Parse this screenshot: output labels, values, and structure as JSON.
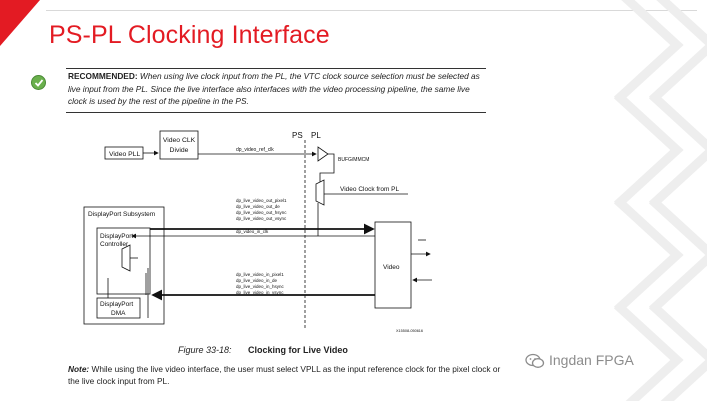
{
  "slide": {
    "title": "PS-PL Clocking Interface",
    "recommended": {
      "label": "RECOMMENDED:",
      "text": "When using live clock input from the PL, the VTC clock source selection must be selected as live input from the PL. Since the live interface also interfaces with the video processing pipeline, the same live clock is used by the rest of the pipeline in the PS."
    },
    "figure": {
      "number": "Figure 33-18:",
      "caption": "Clocking for Live Video",
      "id": "X15508-050616"
    },
    "note": {
      "label": "Note:",
      "text": "While using the live video interface, the user must select VPLL as the input reference clock for the pixel clock or the live clock input from PL."
    },
    "watermark": "Ingdan FPGA"
  },
  "diagram": {
    "ps_label": "PS",
    "pl_label": "PL",
    "video_pll": "Video PLL",
    "clk_divide_line1": "Video CLK",
    "clk_divide_line2": "Divide",
    "dp_video_ref_clk": "dp_video_ref_clk",
    "bufg": "BUFG/MMCM",
    "video_clock_from_pl": "Video Clock from PL",
    "dp_subsystem": "DisplayPort Subsystem",
    "dp_controller_line1": "DisplayPort",
    "dp_controller_line2": "Controller",
    "dp_dma_line1": "DisplayPort",
    "dp_dma_line2": "DMA",
    "video": "Video",
    "dp_video_in_clk": "dp_video_in_clk",
    "out_signals": [
      "dp_live_video_out_pixel1",
      "dp_live_video_out_de",
      "dp_live_video_out_hsync",
      "dp_live_video_out_vsync"
    ],
    "in_signals": [
      "dp_live_video_in_pixel1",
      "dp_live_video_in_de",
      "dp_live_video_in_hsync",
      "dp_live_video_in_vsync"
    ]
  }
}
